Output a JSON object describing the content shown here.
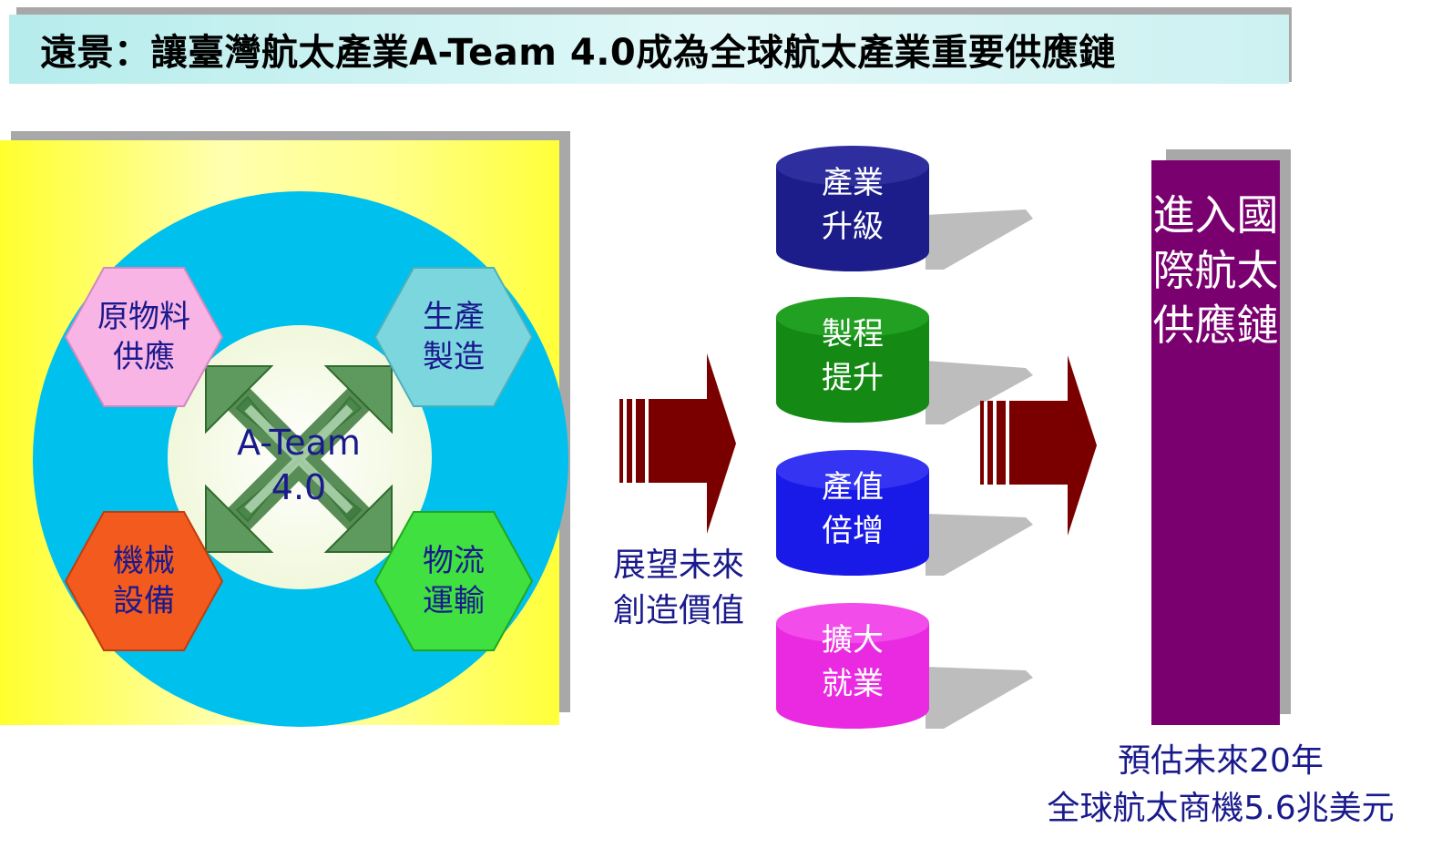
{
  "title": "遠景：讓臺灣航太產業A-Team 4.0成為全球航太產業重要供應鏈",
  "hub": {
    "center_label": "A-Team\n4.0",
    "hexagons": [
      {
        "label": "原物料\n供應",
        "color": "#f8b4e4"
      },
      {
        "label": "生產\n製造",
        "color": "#7cd6de"
      },
      {
        "label": "機械\n設備",
        "color": "#f25a1e"
      },
      {
        "label": "物流\n運輸",
        "color": "#3fe03f"
      }
    ],
    "arrow_color": "#4a8a4a"
  },
  "middle_caption": "展望未來\n創造價值",
  "arrow_color": "#7a0000",
  "outcomes": [
    {
      "label": "產業\n升級",
      "color": "#1c1c8a"
    },
    {
      "label": "製程\n提升",
      "color": "#148a14"
    },
    {
      "label": "產值\n倍增",
      "color": "#1a1ae8"
    },
    {
      "label": "擴大\n就業",
      "color": "#ea2ae0"
    }
  ],
  "goal": {
    "label": "進入國際航太供應鏈",
    "color": "#7a0070"
  },
  "forecast": "預估未來20年\n全球航太商機5.6兆美元"
}
